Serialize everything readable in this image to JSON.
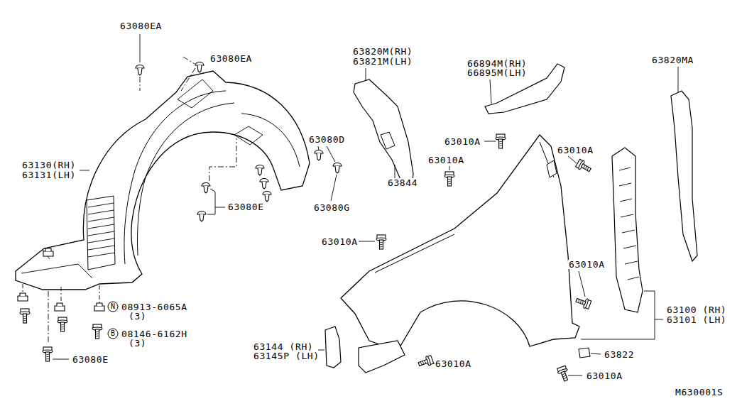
{
  "diagram": {
    "labels": [
      "63080EA",
      "63080EA",
      "63820M(RH)",
      "63821M(LH)",
      "66894M(RH)",
      "66895M(LH)",
      "63820MA",
      "63010A",
      "63010A",
      "63080D",
      "63010A",
      "63130(RH)",
      "63131(LH)",
      "63844",
      "63080E",
      "63080G",
      "63010A",
      "63010A",
      "N",
      "08913-6065A",
      "(3)",
      "B",
      "08146-6162H",
      "(3)",
      "63100 (RH)",
      "63101 (LH)",
      "63144 (RH)",
      "63145P (LH)",
      "63822",
      "63010A",
      "63080E",
      "63010A",
      "M630001S"
    ]
  }
}
